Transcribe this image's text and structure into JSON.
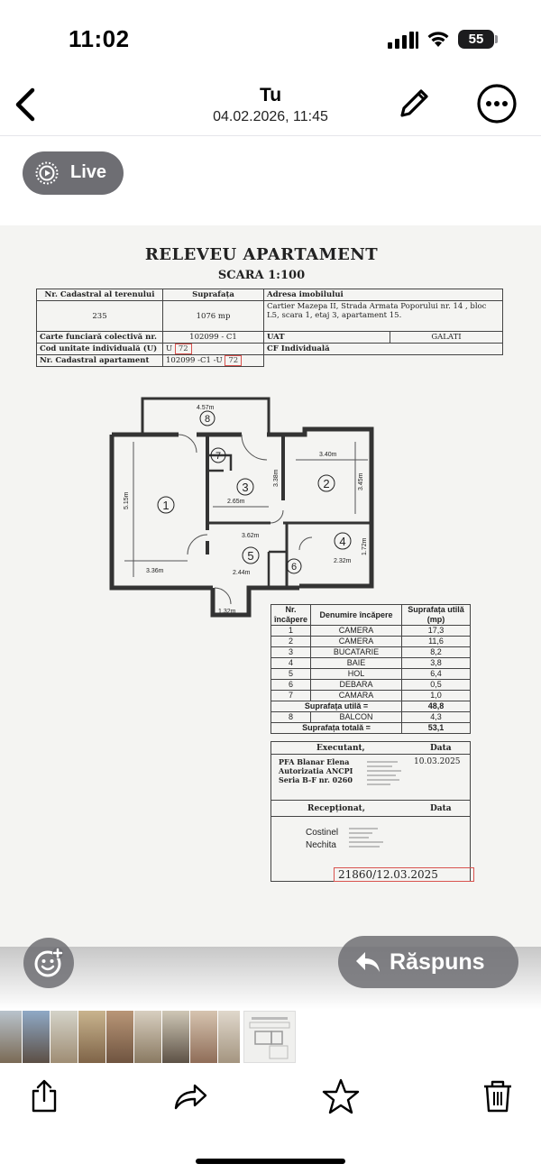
{
  "status_bar": {
    "time": "11:02",
    "battery": "55"
  },
  "nav": {
    "title": "Tu",
    "subtitle": "04.02.2026, 11:45"
  },
  "live_badge": {
    "label": "Live"
  },
  "document": {
    "title": "RELEVEU APARTAMENT",
    "scale": "SCARA 1:100",
    "cad_table": {
      "h_nr": "Nr. Cadastral al terenului",
      "h_suprafata": "Suprafața",
      "h_adresa": "Adresa imobilului",
      "nr_cadastral": "235",
      "suprafata": "1076 mp",
      "adresa": "Cartier Mazepa II, Strada Armata Poporului nr. 14 , bloc L5, scara 1, etaj 3, apartament 15.",
      "carte_label": "Carte funciară colectivă nr.",
      "carte_value": "102099 - C1",
      "uat_label": "UAT",
      "uat_value": "GALATI",
      "cod_label": "Cod unitate individuală (U)",
      "cod_prefix": "U",
      "cod_value": "72",
      "cf_label": "CF Individuală",
      "nr_ap_label": "Nr. Cadastral apartament",
      "nr_ap_value": "102099 -C1 -U",
      "nr_ap_suffix": "72"
    },
    "plan_labels": {
      "d_457": "4.57m",
      "d_340": "3.40m",
      "d_515": "5.15m",
      "d_265": "2.65m",
      "d_336": "3.36m",
      "d_362": "3.62m",
      "d_244": "2.44m",
      "d_232": "2.32m",
      "d_172": "1.72m",
      "d_132": "1.32m",
      "d_338": "3.38m",
      "d_345": "3.45m",
      "r1": "1",
      "r2": "2",
      "r3": "3",
      "r4": "4",
      "r5": "5",
      "r6": "6",
      "r7": "7",
      "r8": "8"
    },
    "rooms_table": {
      "h_nr": "Nr. încăpere",
      "h_den": "Denumire încăpere",
      "h_sup": "Suprafața utilă (mp)",
      "rows": [
        {
          "nr": "1",
          "name": "CAMERA",
          "area": "17,3"
        },
        {
          "nr": "2",
          "name": "CAMERA",
          "area": "11,6"
        },
        {
          "nr": "3",
          "name": "BUCATARIE",
          "area": "8,2"
        },
        {
          "nr": "4",
          "name": "BAIE",
          "area": "3,8"
        },
        {
          "nr": "5",
          "name": "HOL",
          "area": "6,4"
        },
        {
          "nr": "6",
          "name": "DEBARA",
          "area": "0,5"
        },
        {
          "nr": "7",
          "name": "CAMARA",
          "area": "1,0"
        }
      ],
      "util_label": "Suprafața utilă =",
      "util_value": "48,8",
      "balcon_nr": "8",
      "balcon_name": "BALCON",
      "balcon_area": "4,3",
      "total_label": "Suprafața totală =",
      "total_value": "53,1"
    },
    "executant": {
      "label": "Executant,",
      "data_label": "Data",
      "name_line1": "PFA Blanar Elena",
      "name_line2": "Autorizatia ANCPI",
      "name_line3": "Seria B-F nr. 0260",
      "date": "10.03.2025"
    },
    "receptionat": {
      "label": "Recepționat,",
      "data_label": "Data",
      "signer_line1": "Costinel",
      "signer_line2": "Nechita"
    },
    "reg_number": "21860/12.03.2025"
  },
  "actions": {
    "reply_label": "Răspuns"
  }
}
